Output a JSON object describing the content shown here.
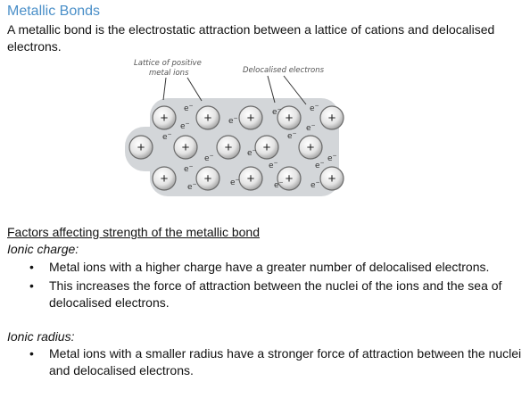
{
  "title": "Metallic Bonds",
  "intro": "A metallic bond is the electrostatic attraction between a lattice of cations and delocalised electrons.",
  "diagram": {
    "label_lattice_line1": "Lattice of positive",
    "label_lattice_line2": "metal ions",
    "label_electrons": "Delocalised electrons",
    "ion_symbol": "+",
    "electron_symbol": "e"
  },
  "factors_heading": "Factors affecting strength of the metallic bond",
  "ionic_charge": {
    "heading": "Ionic charge:",
    "bullets": [
      "Metal ions with a higher charge have a greater number of delocalised electrons.",
      "This increases the force of attraction between the nuclei of the ions and the sea of delocalised electrons."
    ]
  },
  "ionic_radius": {
    "heading": "Ionic radius:",
    "bullets": [
      "Metal ions with a smaller radius have a stronger force of attraction between the nuclei and delocalised electrons."
    ]
  },
  "colors": {
    "title": "#4a8fc8",
    "sea": "#d4d7da",
    "ion_fill": "#eeeeee",
    "ion_stroke": "#666666"
  }
}
